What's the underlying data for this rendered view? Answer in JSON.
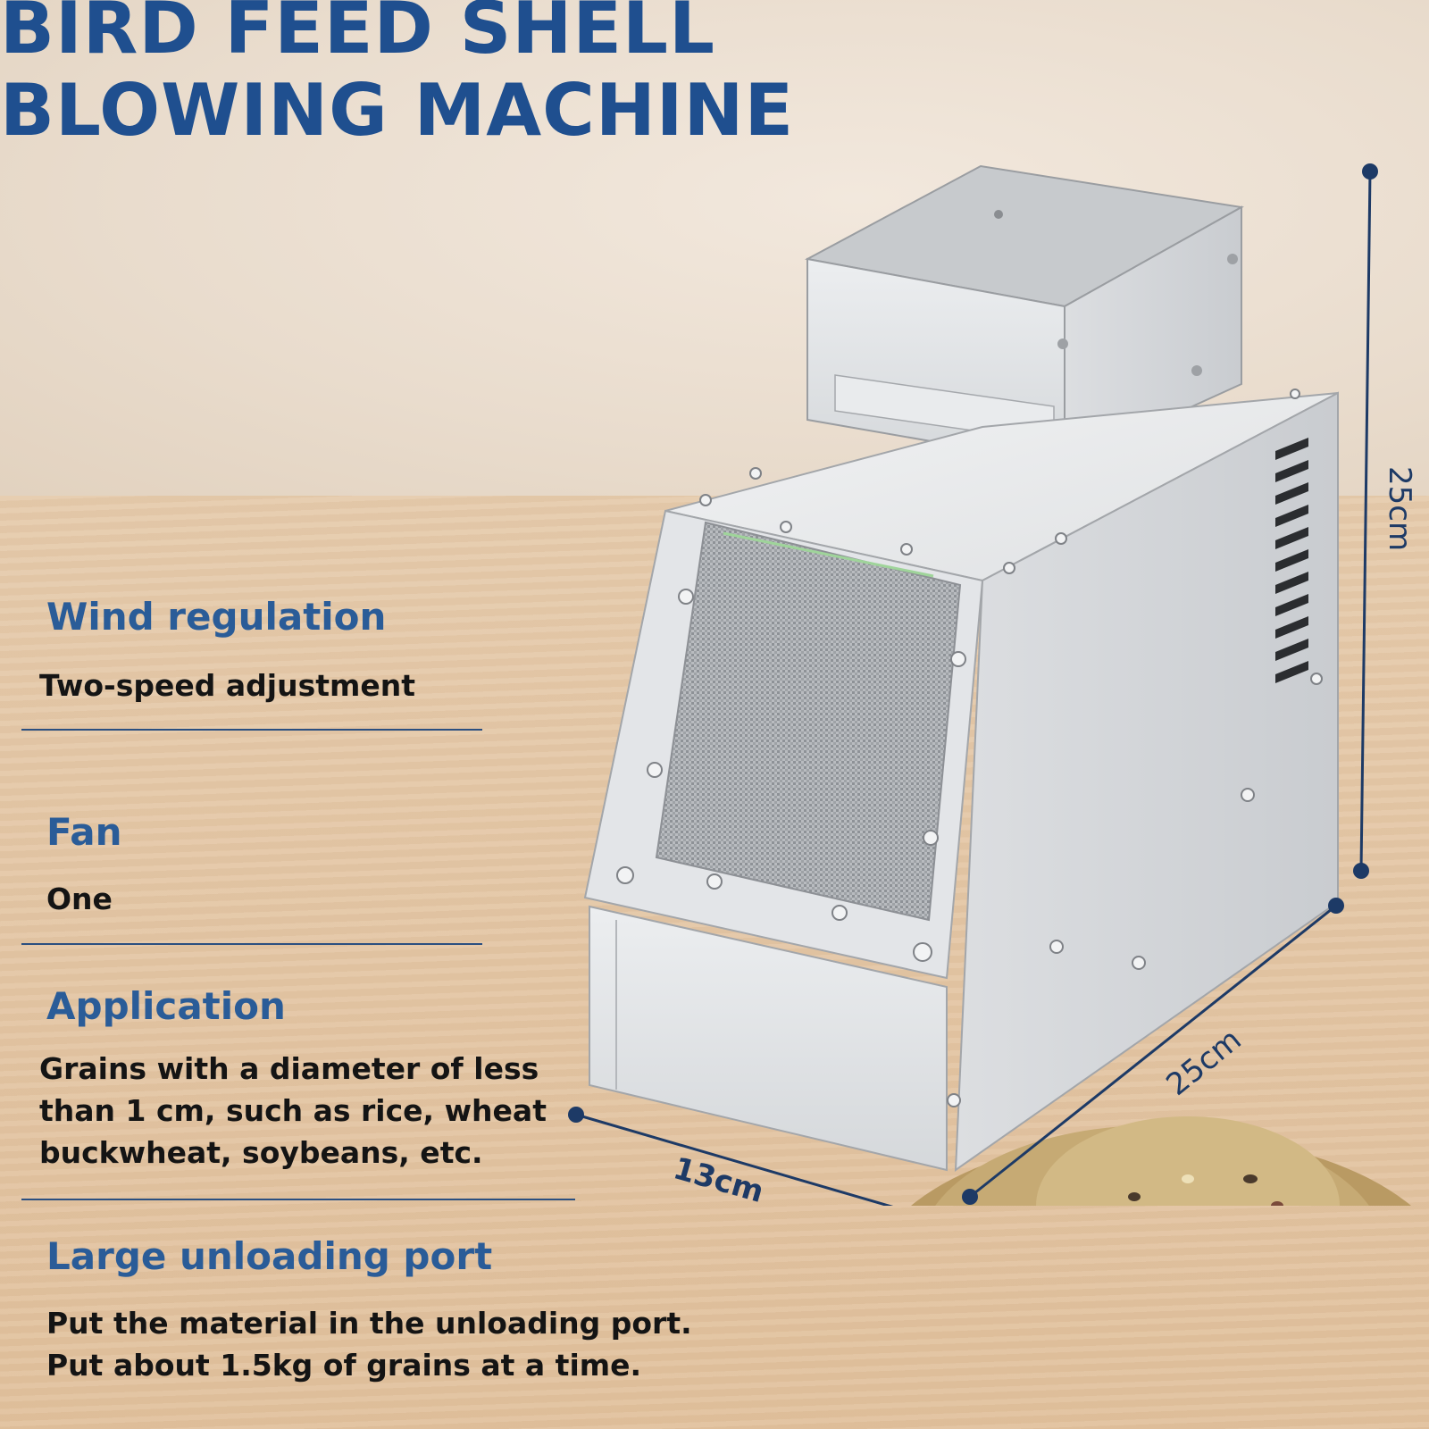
{
  "title": {
    "line1": "BIRD FEED SHELL",
    "line2": "BLOWING MACHINE"
  },
  "specs": [
    {
      "heading": "Wind regulation",
      "text": "Two-speed adjustment"
    },
    {
      "heading": "Fan",
      "text": "One"
    },
    {
      "heading": "Application",
      "text_lines": [
        "Grains with a diameter of less",
        "than 1 cm, such as rice, wheat",
        "buckwheat, soybeans, etc."
      ]
    },
    {
      "heading": "Large unloading port",
      "text_lines": [
        "Put the material in the unloading port.",
        "Put about 1.5kg of grains at a time."
      ]
    }
  ],
  "dimensions": {
    "height": "25cm",
    "depth": "25cm",
    "width": "13cm"
  },
  "colors": {
    "title": "#1f4f8f",
    "heading": "#2a5c98",
    "body_text": "#141414",
    "dimension_line": "#1d3a66",
    "steel": "#d7d9dc"
  }
}
